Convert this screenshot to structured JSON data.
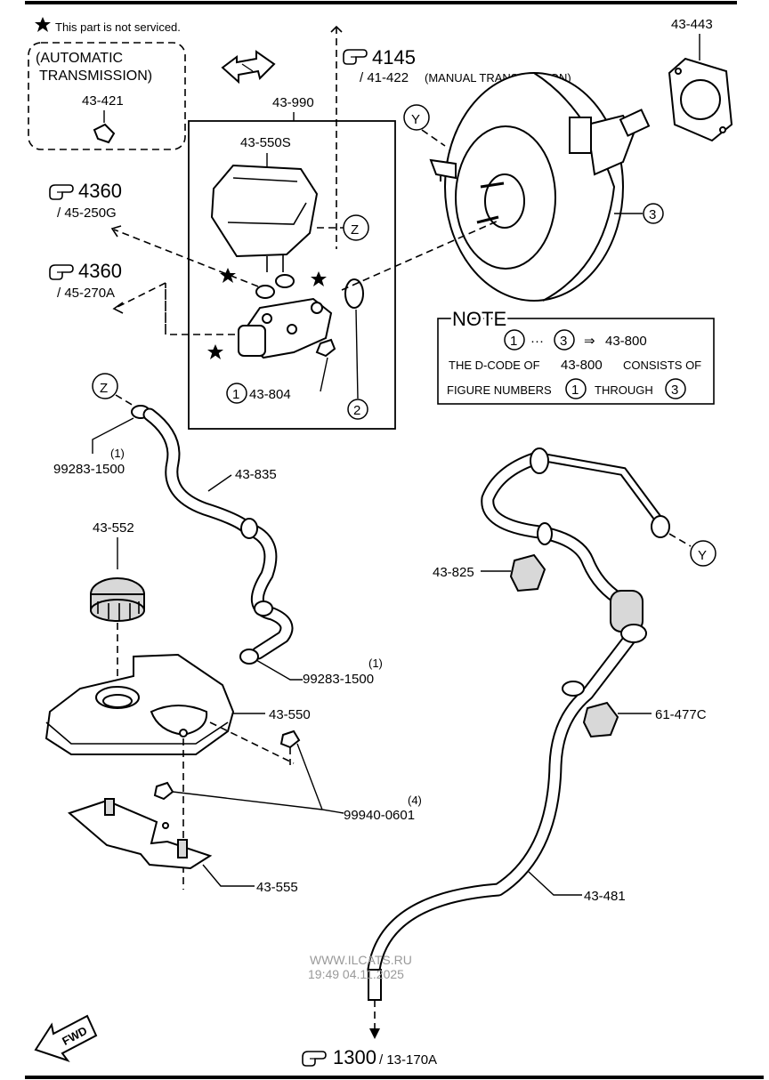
{
  "legend": {
    "note": "This part is not serviced."
  },
  "auto_box": {
    "line1": "(AUTOMATIC",
    "line2": "TRANSMISSION)",
    "part": "43-421"
  },
  "refs": {
    "r4145_num": "4145",
    "r4145_sub": "/ 41-422",
    "r4145_note": "(MANUAL TRANSMISSION)",
    "r4360a_num": "4360",
    "r4360a_sub": "/ 45-250G",
    "r4360b_num": "4360",
    "r4360b_sub": "/ 45-270A",
    "r1300_num": "1300",
    "r1300_sub": "/ 13-170A"
  },
  "parts": {
    "p43_443": "43-443",
    "p43_990": "43-990",
    "p43_550s": "43-550S",
    "p43_804": "43-804",
    "p43_835": "43-835",
    "p99283a": "99283-1500",
    "p99283a_qty": "(1)",
    "p43_552": "43-552",
    "p99283b": "99283-1500",
    "p99283b_qty": "(1)",
    "p43_550": "43-550",
    "p99940": "99940-0601",
    "p99940_qty": "(4)",
    "p43_555": "43-555",
    "p43_825": "43-825",
    "p61_477c": "61-477C",
    "p43_481": "43-481"
  },
  "callouts": {
    "z": "Z",
    "y": "Y",
    "n1": "1",
    "n2": "2",
    "n3": "3"
  },
  "note": {
    "title": "NOTE",
    "arrow_target": "43-800",
    "line2_a": "THE D-CODE OF",
    "line2_code": "43-800",
    "line2_b": "CONSISTS OF",
    "line3_a": "FIGURE NUMBERS",
    "line3_b": "THROUGH",
    "n1": "1",
    "n3": "3",
    "dots": "···"
  },
  "watermark": {
    "line1": "WWW.ILCATS.RU",
    "line2": "19:49 04.11.2025"
  },
  "fwd": "FWD",
  "icons": [
    "star-icon",
    "double-arrow-icon",
    "pointing-hand-icon",
    "fwd-arrow-icon"
  ]
}
